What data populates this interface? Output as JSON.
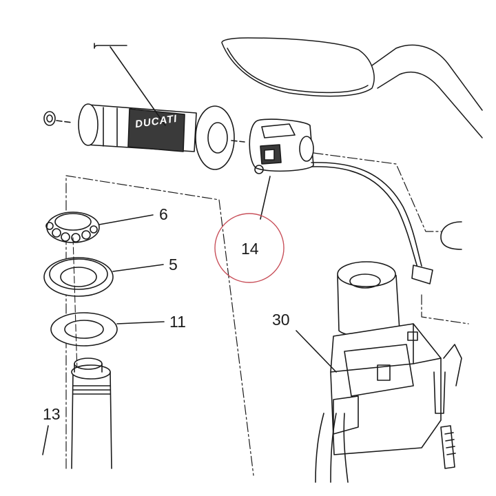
{
  "callouts": {
    "part_6": "6",
    "part_5": "5",
    "part_11": "11",
    "part_14": "14",
    "part_30": "30",
    "part_13": "13"
  },
  "grip_brand": "DUCATI",
  "highlight": {
    "part": "14",
    "color": "#c8505a"
  },
  "colors": {
    "line": "#1a1a1a",
    "grip_dark": "#3a3a3a",
    "background": "#ffffff"
  }
}
